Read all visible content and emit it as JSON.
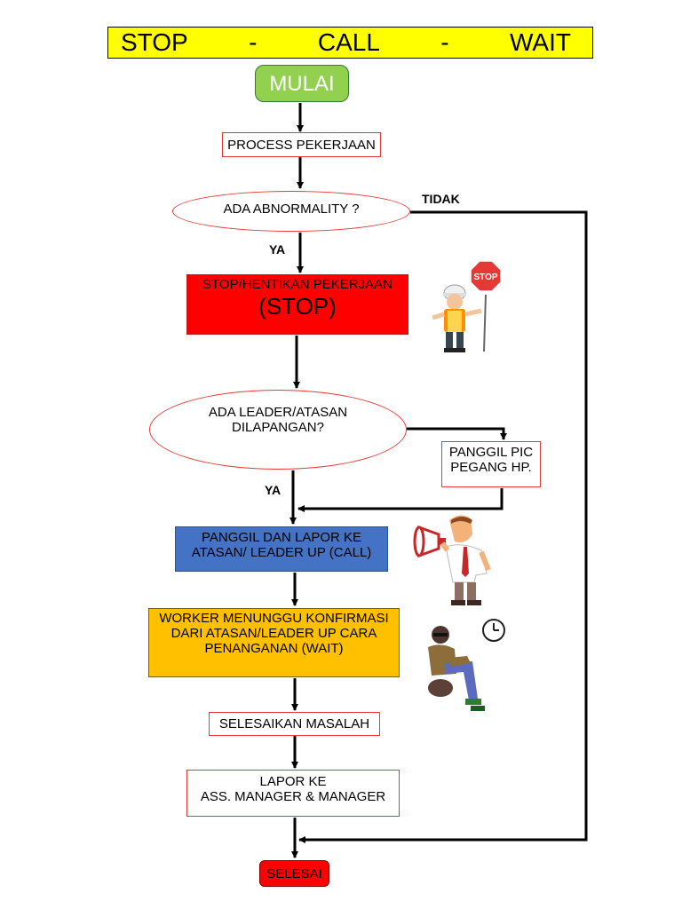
{
  "title": {
    "stop": "STOP",
    "dash1": "-",
    "call": "CALL",
    "dash2": "-",
    "wait": "WAIT"
  },
  "nodes": {
    "start": "MULAI",
    "process": "PROCESS PEKERJAAN",
    "decision_abnormality": "ADA ABNORMALITY ?",
    "stop_line1": "STOP/HENTIKAN PEKERJAAN",
    "stop_line2": "(STOP)",
    "decision_leader_line1": "ADA LEADER/ATASAN",
    "decision_leader_line2": "DILAPANGAN?",
    "call_pic_line1": "PANGGIL PIC",
    "call_pic_line2": "PEGANG HP.",
    "call_line1": "PANGGIL DAN LAPOR KE",
    "call_line2": "ATASAN/ LEADER UP (CALL)",
    "wait_line1": "WORKER MENUNGGU KONFIRMASI",
    "wait_line2": "DARI ATASAN/LEADER UP CARA",
    "wait_line3": "PENANGANAN (WAIT)",
    "resolve": "SELESAIKAN MASALAH",
    "report_line1": "LAPOR KE",
    "report_line2": "ASS. MANAGER & MANAGER",
    "end": "SELESAI"
  },
  "edge_labels": {
    "tidak": "TIDAK",
    "ya1": "YA",
    "ya2": "YA"
  },
  "stop_sign_text": "STOP",
  "colors": {
    "title_bg": "#ffff00",
    "start": "#92d050",
    "stop": "#ff0000",
    "call": "#4472c4",
    "wait": "#ffc000",
    "end": "#ff0000",
    "outline": "#e53935"
  }
}
